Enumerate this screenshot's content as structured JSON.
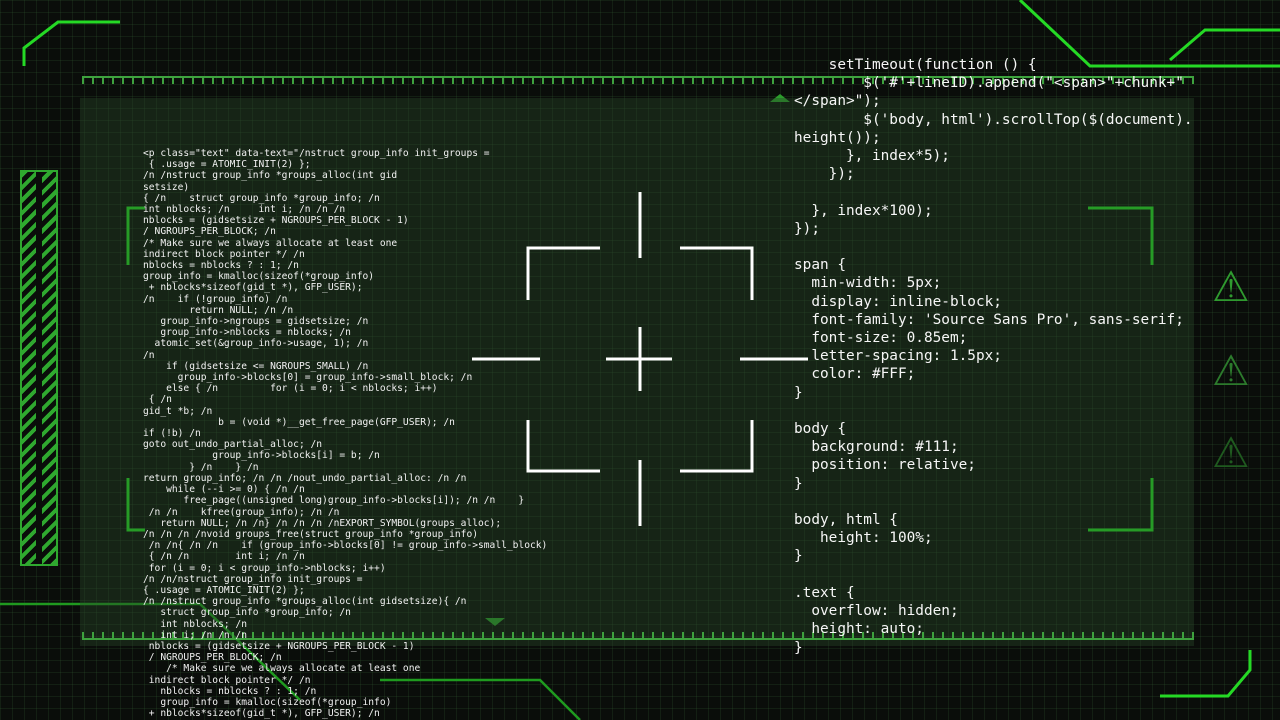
{
  "code_left_lines": [
    "<p class=\"text\" data-text=\"/nstruct group_info init_groups =",
    " { .usage = ATOMIC_INIT(2) };",
    "/n /nstruct group_info *groups_alloc(int gid",
    "setsize)",
    "{ /n    struct group_info *group_info; /n",
    "int nblocks; /n     int i; /n /n /n",
    "nblocks = (gidsetsize + NGROUPS_PER_BLOCK - 1)",
    "/ NGROUPS_PER_BLOCK; /n",
    "/* Make sure we always allocate at least one",
    "indirect block pointer */ /n",
    "nblocks = nblocks ? : 1; /n",
    "group_info = kmalloc(sizeof(*group_info)",
    " + nblocks*sizeof(gid_t *), GFP_USER);",
    "/n    if (!group_info) /n",
    "        return NULL; /n /n",
    "   group_info->ngroups = gidsetsize; /n",
    "   group_info->nblocks = nblocks; /n",
    "  atomic_set(&group_info->usage, 1); /n",
    "/n",
    "    if (gidsetsize <= NGROUPS_SMALL) /n",
    "      group_info->blocks[0] = group_info->small_block; /n",
    "    else { /n         for (i = 0; i < nblocks; i++)",
    " { /n",
    "gid_t *b; /n",
    "             b = (void *)__get_free_page(GFP_USER); /n",
    "if (!b) /n",
    "goto out_undo_partial_alloc; /n",
    "            group_info->blocks[i] = b; /n",
    "        } /n    } /n",
    "return group_info; /n /n /nout_undo_partial_alloc: /n /n",
    "    while (--i >= 0) { /n /n",
    "       free_page((unsigned long)group_info->blocks[i]); /n /n    }",
    " /n /n    kfree(group_info); /n /n",
    "   return NULL; /n /n} /n /n /n /nEXPORT_SYMBOL(groups_alloc);",
    "/n /n /n /nvoid groups_free(struct group_info *group_info)",
    " /n /n{ /n /n    if (group_info->blocks[0] != group_info->small_block)",
    " { /n /n        int i; /n /n",
    " for (i = 0; i < group_info->nblocks; i++)",
    "/n /n/nstruct group_info init_groups =",
    "{ .usage = ATOMIC_INIT(2) };",
    "/n /nstruct group_info *groups_alloc(int gidsetsize){ /n",
    "   struct group_info *group_info; /n",
    "   int nblocks; /n",
    "   int i; /n /n /n",
    " nblocks = (gidsetsize + NGROUPS_PER_BLOCK - 1)",
    " / NGROUPS_PER_BLOCK; /n",
    "    /* Make sure we always allocate at least one",
    " indirect block pointer */ /n",
    "   nblocks = nblocks ? : 1; /n",
    "   group_info = kmalloc(sizeof(*group_info)",
    " + nblocks*sizeof(gid_t *), GFP_USER); /n"
  ],
  "code_right_lines": [
    "    setTimeout(function () {",
    "        $('#'+lineID).append(\"<span>\"+chunk+\"",
    "</span>\");",
    "        $('body, html').scrollTop($(document).",
    "height());",
    "      }, index*5);",
    "    });",
    "",
    "  }, index*100);",
    "});",
    "",
    "span {",
    "  min-width: 5px;",
    "  display: inline-block;",
    "  font-family: 'Source Sans Pro', sans-serif;",
    "  font-size: 0.85em;",
    "  letter-spacing: 1.5px;",
    "  color: #FFF;",
    "}",
    "",
    "body {",
    "  background: #111;",
    "  position: relative;",
    "}",
    "",
    "body, html {",
    "   height: 100%;",
    "}",
    "",
    ".text {",
    "  overflow: hidden;",
    "  height: auto;",
    "}"
  ],
  "icons": {
    "warning_top": "warning-triangle-icon",
    "warning_mid": "hazard-triangle-icon",
    "warning_low": "hazard-triangle-icon"
  },
  "colors": {
    "accent_green": "#25d925",
    "dim_green": "#2fa82f",
    "code_text": "#f2f2f2",
    "background": "#0a0d0a"
  }
}
